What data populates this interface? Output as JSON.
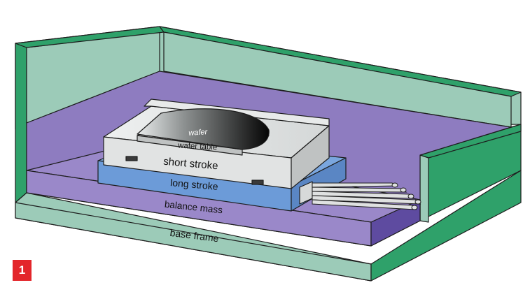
{
  "labels": {
    "wafer": "wafer",
    "wafer_table": "wafer table",
    "short_stroke": "short stroke",
    "long_stroke": "long stroke",
    "balance_mass": "balance mass",
    "base_frame": "base frame"
  },
  "figure_number": "1",
  "colors": {
    "frame_green": "#2FA16A",
    "frame_light": "#96C8B4",
    "purple": "#8E7CC0",
    "purple_dark": "#5E4BA0",
    "blue": "#6C9BD8",
    "gray": "#D7D9D9",
    "badge_red": "#E3262B"
  }
}
